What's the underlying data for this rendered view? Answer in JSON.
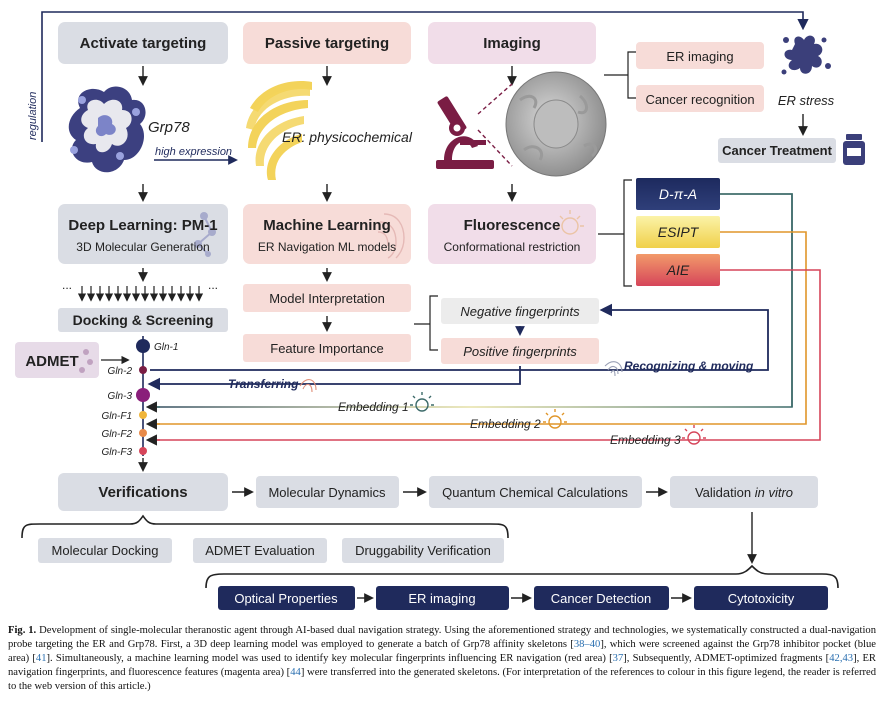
{
  "boxes": {
    "activate": "Activate targeting",
    "passive": "Passive targeting",
    "imaging": "Imaging",
    "er_imaging": "ER imaging",
    "cancer_recognition": "Cancer recognition",
    "er_stress": "ER stress",
    "cancer_treatment": "Cancer Treatment",
    "deep_learning": "Deep Learning: PM-1",
    "deep_learning_sub": "3D Molecular Generation",
    "machine_learning": "Machine Learning",
    "machine_learning_sub": "ER Navigation ML models",
    "fluorescence": "Fluorescence",
    "fluorescence_sub": "Conformational restriction",
    "d_pi_a": "D-π-A",
    "esipt": "ESIPT",
    "aie": "AIE",
    "docking": "Docking & Screening",
    "model_interp": "Model Interpretation",
    "feature_imp": "Feature Importance",
    "neg_fp": "Negative fingerprints",
    "pos_fp": "Positive fingerprints",
    "admet": "ADMET",
    "verifications": "Verifications",
    "mol_dyn": "Molecular Dynamics",
    "quantum": "Quantum Chemical Calculations",
    "validation_prefix": "Validation ",
    "validation_italic": "in vitro",
    "mol_docking": "Molecular Docking",
    "admet_eval": "ADMET Evaluation",
    "drug_verif": "Druggability Verification",
    "optical": "Optical Properties",
    "er_imaging2": "ER imaging",
    "cancer_detection": "Cancer Detection",
    "cytotoxicity": "Cytotoxicity"
  },
  "labels": {
    "regulation": "regulation",
    "grp78": "Grp78",
    "high_expression": "high expression",
    "er_prefix": "ER",
    "er_suffix": ": physicochemical",
    "transferring": "Transferring",
    "recognizing": "Recognizing & moving",
    "embedding1": "Embedding 1",
    "embedding2": "Embedding 2",
    "embedding3": "Embedding 3",
    "dots_left": "...",
    "dots_right": "..."
  },
  "nodes": [
    "Gln-1",
    "Gln-2",
    "Gln-3",
    "Gln-F1",
    "Gln-F2",
    "Gln-F3"
  ],
  "colors": {
    "navy": "#1f2a5c",
    "dpia_line": "#3d6b6a",
    "esipt_line": "#e0962a",
    "aie_line": "#d6455a",
    "grey_box": "#dadde4",
    "pink_box": "#f7dcd8",
    "microscope": "#7a1d44"
  },
  "caption": {
    "label": "Fig. 1.",
    "t1": " Development of single-molecular theranostic agent through AI-based dual navigation strategy. Using the aforementioned strategy and technologies, we systematically constructed a dual-navigation probe targeting the ER and Grp78. First, a 3D deep learning model was employed to generate a batch of Grp78 affinity skeletons [",
    "r1": "38–40",
    "t2": "], which were screened against the Grp78 inhibitor pocket (blue area) [",
    "r2": "41",
    "t3": "]. Simultaneously, a machine learning model was used to identify key molecular fingerprints influencing ER navigation (red area) [",
    "r3": "37",
    "t4": "], Subsequently, ADMET-optimized fragments [",
    "r4": "42,43",
    "t5": "], ER navigation fingerprints, and fluorescence features (magenta area) [",
    "r5": "44",
    "t6": "] were transferred into the generated skeletons. (For interpretation of the references to colour in this figure legend, the reader is referred to the web version of this article.)"
  }
}
